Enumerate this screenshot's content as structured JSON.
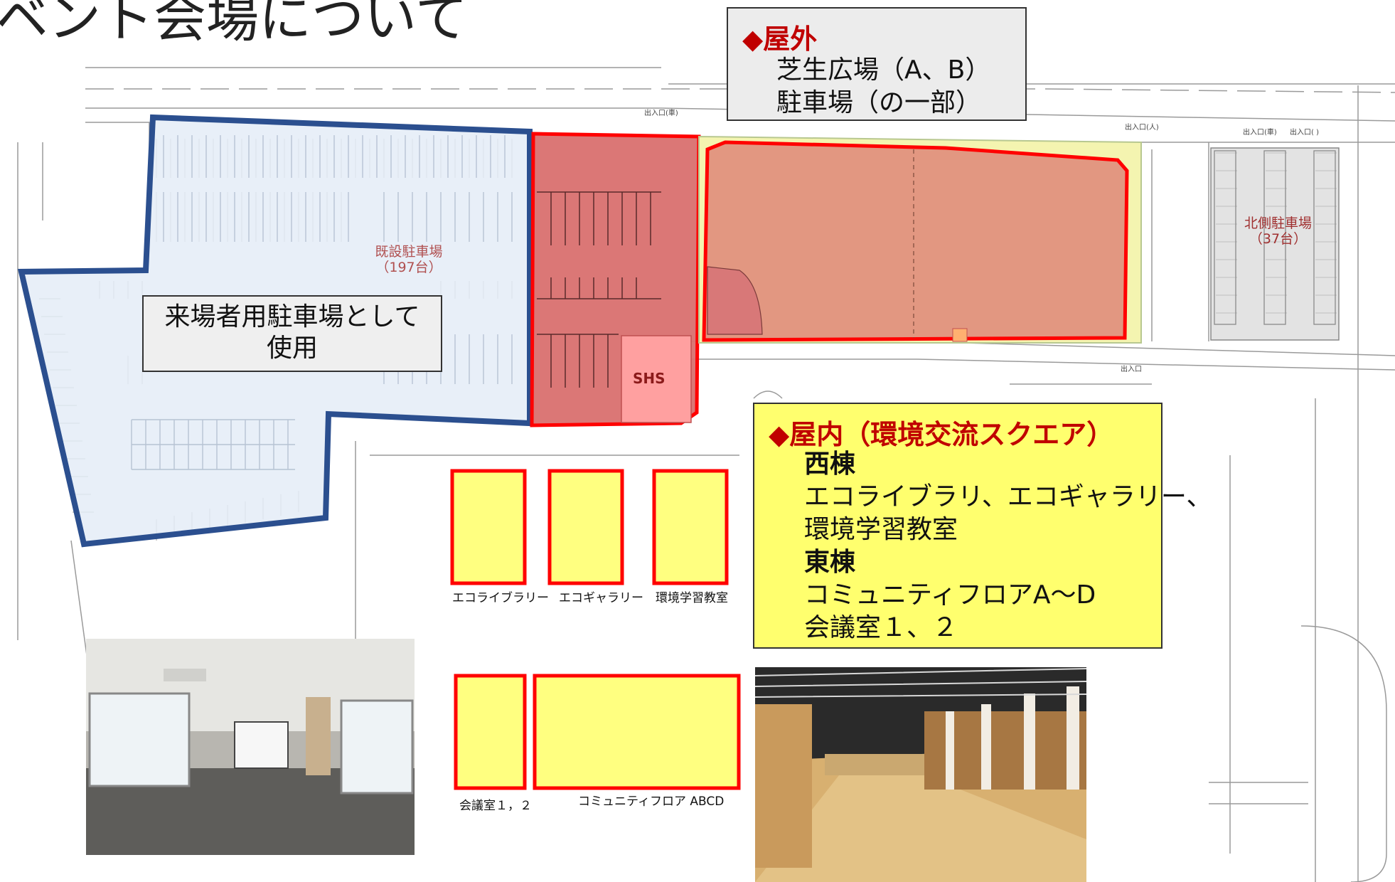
{
  "title": "ベント会場について",
  "outdoor": {
    "header": "◆屋外",
    "lines": [
      "芝生広場（A、B）",
      "駐車場（の一部）"
    ]
  },
  "indoor": {
    "header": "◆屋内（環境交流スクエア）",
    "west_label": "西棟",
    "west_lines": [
      "エコライブラリ、エコギャラリー、",
      "環境学習教室"
    ],
    "east_label": "東棟",
    "east_lines": [
      "コミュニティフロアA～D",
      "会議室１、２"
    ]
  },
  "visitor_parking_note": [
    "来場者用駐車場として",
    "使用"
  ],
  "map_labels": {
    "existing_parking": [
      "既設駐車場",
      "（197台）"
    ],
    "north_parking": [
      "北側駐車場",
      "（37台）"
    ],
    "shs": "SHS",
    "entrance_car": "出入口(車)",
    "entrance_person": "出入口(人)",
    "entrance_car2": "出入口(車)",
    "entrance_person2": "出入口(  )",
    "entrance_bottom": "出入口"
  },
  "rooms": {
    "eco_library": "エコライブラリー",
    "eco_gallery": "エコギャラリー",
    "env_classroom": "環境学習教室",
    "meeting_rooms": "会議室１，２",
    "community_floor": "コミュニティフロア ABCD"
  },
  "colors": {
    "zone_outline_red": "#ff0000",
    "visitor_parking_outline": "#2b4f8f",
    "visitor_parking_fill": "#e4ecf7",
    "outdoor_fill_dark": "#d9706f",
    "outdoor_fill_light": "#e0917e",
    "indoor_room_fill": "#ffff80",
    "north_parking_fill": "#d9d9d9"
  }
}
